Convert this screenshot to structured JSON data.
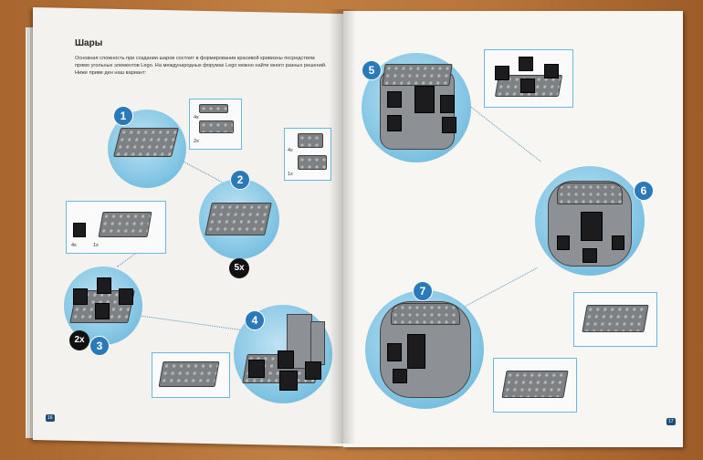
{
  "left_page": {
    "title": "Шары",
    "intro": "Основная сложность при создании шаров состоит в формировании красивой кривизны посредством прямо угольных элементов Lego. На международных форумах Lego можно найти много разных решений. Ниже приве ден наш вариант:",
    "page_number": "16",
    "steps": [
      {
        "number": "1",
        "parts": [
          {
            "qty": "4x"
          },
          {
            "qty": "2x"
          }
        ]
      },
      {
        "number": "2",
        "multiplier": "5x",
        "parts": [
          {
            "qty": "4x"
          },
          {
            "qty": "1x"
          }
        ]
      },
      {
        "number": "3",
        "multiplier": "2x",
        "parts": [
          {
            "qty": "4x"
          },
          {
            "qty": "1x"
          }
        ]
      },
      {
        "number": "4"
      }
    ]
  },
  "right_page": {
    "page_number": "17",
    "steps": [
      {
        "number": "5"
      },
      {
        "number": "6"
      },
      {
        "number": "7"
      }
    ]
  },
  "colors": {
    "step_badge": "#2b79b8",
    "circle": "#8ac9e6",
    "page": "#f3f2ee",
    "box_border": "#69b8dd"
  }
}
